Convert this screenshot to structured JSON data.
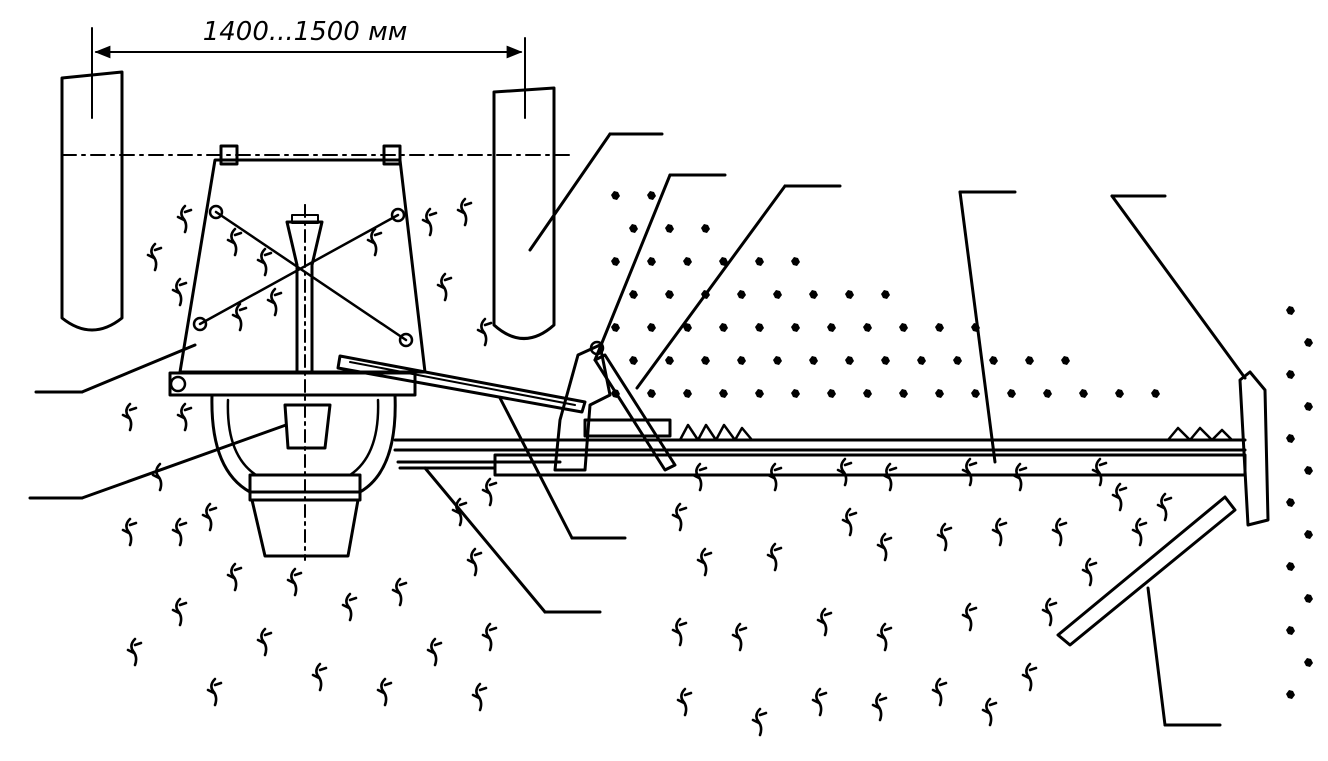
{
  "dimension": {
    "label": "1400...1500 мм"
  },
  "colors": {
    "ink": "#000000",
    "paper": "#ffffff"
  },
  "callouts": [
    {
      "id": "callout-left-upper"
    },
    {
      "id": "callout-left-lower"
    },
    {
      "id": "callout-top-1"
    },
    {
      "id": "callout-top-2"
    },
    {
      "id": "callout-top-3"
    },
    {
      "id": "callout-top-4"
    },
    {
      "id": "callout-top-5"
    },
    {
      "id": "callout-bottom-1"
    },
    {
      "id": "callout-bottom-2"
    },
    {
      "id": "callout-bottom-3"
    }
  ]
}
